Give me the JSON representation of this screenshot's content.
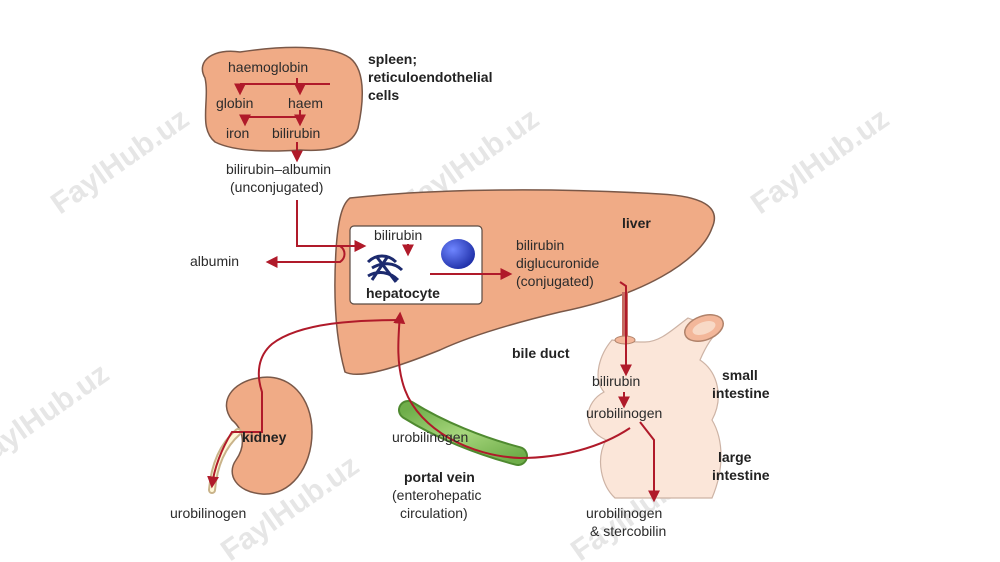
{
  "watermark": "FaylHub.uz",
  "colors": {
    "organ": "#f0ab86",
    "organ_stroke": "#7a5848",
    "arrow": "#b01a2a",
    "duct_green": "#8cc463",
    "intestine": "#fbe6d9"
  },
  "spleen": {
    "title_line1": "spleen;",
    "title_line2": "reticuloendothelial",
    "title_line3": "cells",
    "haemoglobin": "haemoglobin",
    "globin": "globin",
    "haem": "haem",
    "iron": "iron",
    "bilirubin": "bilirubin"
  },
  "transport": {
    "line1": "bilirubin–albumin",
    "line2": "(unconjugated)"
  },
  "albumin": "albumin",
  "liver": {
    "title": "liver",
    "hepatocyte_bilirubin": "bilirubin",
    "hepatocyte": "hepatocyte",
    "conj_line1": "bilirubin",
    "conj_line2": "diglucuronide",
    "conj_line3": "(conjugated)"
  },
  "bile_duct": "bile duct",
  "intestine": {
    "bilirubin": "bilirubin",
    "urobilinogen": "urobilinogen",
    "small_line1": "small",
    "small_line2": "intestine",
    "large_line1": "large",
    "large_line2": "intestine",
    "out_line1": "urobilinogen",
    "out_line2": "& stercobilin"
  },
  "kidney": {
    "title": "kidney",
    "urine_output": "urobilinogen"
  },
  "portal": {
    "urobilinogen": "urobilinogen",
    "title": "portal vein",
    "sub_line1": "(enterohepatic",
    "sub_line2": "circulation)"
  }
}
